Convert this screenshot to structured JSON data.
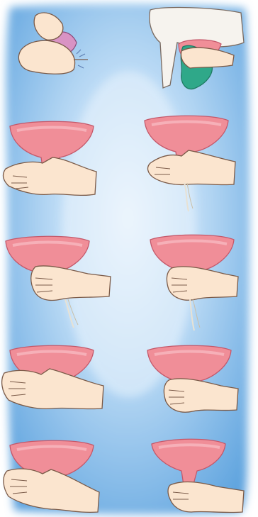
{
  "colors": {
    "paper": "#ffffff",
    "sky_deep": "#5ea3de",
    "sky_mid": "#9cc9ef",
    "sky_light": "#dcedfb",
    "udder": "#f08e98",
    "udder_light": "#f7b9c0",
    "udder_outline": "#c4586a",
    "skin": "#fbe5cf",
    "skin_shadow": "#e8c2a0",
    "skin_outline": "#7a5a48",
    "milk": "#f4f4ef",
    "cloth": "#2fa889",
    "cow_body": "#f6f3ee"
  },
  "panels": [
    {
      "id": "clean-udder",
      "step": 1
    },
    {
      "id": "wipe-udder",
      "step": 2
    },
    {
      "id": "grip-teat-left",
      "step": 3
    },
    {
      "id": "squeeze-teat-right",
      "step": 4
    },
    {
      "id": "squeeze-teat-left",
      "step": 5
    },
    {
      "id": "stream-teat-right",
      "step": 6
    },
    {
      "id": "release-teat-left",
      "step": 7
    },
    {
      "id": "refill-teat-right",
      "step": 8
    },
    {
      "id": "open-grip-left",
      "step": 9
    },
    {
      "id": "pinch-teat-right",
      "step": 10
    }
  ]
}
